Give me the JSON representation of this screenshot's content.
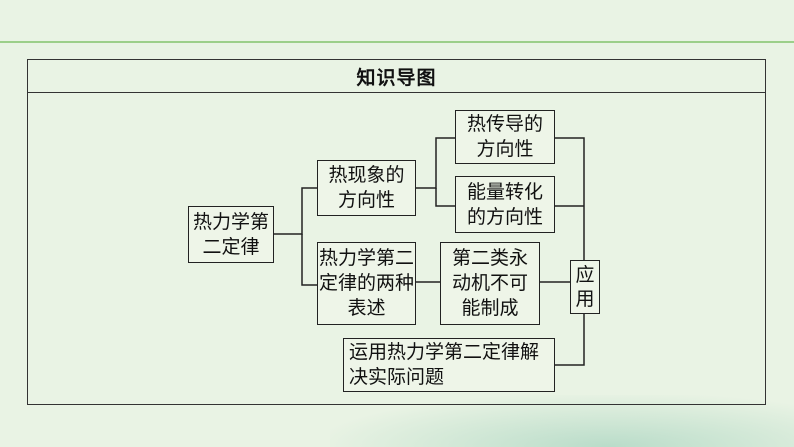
{
  "title": "知识导图",
  "nodes": {
    "root": "热力学第二定律",
    "direction": "热现象的方向性",
    "heat_conduction": "热传导的方向性",
    "energy_conversion": "能量转化的方向性",
    "two_statements": "热力学第二定律的两种表述",
    "perpetual_motion": "第二类永动机不可能制成",
    "application": "应用",
    "solve_problems": "运用热力学第二定律解决实际问题"
  },
  "colors": {
    "accent_line": "#9ccf8a",
    "border": "#222222",
    "background": "#e9f3e4"
  }
}
